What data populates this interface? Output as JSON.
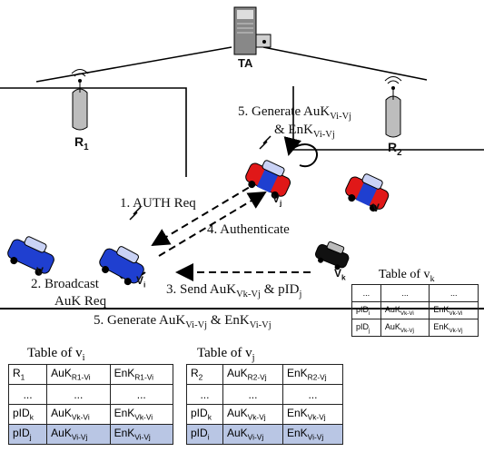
{
  "nodes": {
    "ta": "TA",
    "r1": {
      "base": "R",
      "sub": "1"
    },
    "r2": {
      "base": "R",
      "sub": "2"
    },
    "vi": {
      "base": "V",
      "sub": "i"
    },
    "vj": {
      "base": "V",
      "sub": "j"
    },
    "vk": {
      "base": "V",
      "sub": "k"
    },
    "v_left": "V",
    "v_right": "V"
  },
  "steps": {
    "s1": "1. AUTH Req",
    "s2_line1": "2. Broadcast",
    "s2_line2": "AuK Req",
    "s3": {
      "text": "3. Send AuK",
      "sub": "Vk-Vj",
      "tail": " & pID",
      "tail_sub": "j"
    },
    "s4": "4. Authenticate",
    "s5_top": {
      "line1": "5. Generate AuK",
      "sub1": "Vi-Vj",
      "line2": "& EnK",
      "sub2": "Vi-Vj"
    },
    "s5_bottom": {
      "text": "5. Generate AuK",
      "sub": "Vi-Vj",
      "mid": " & EnK",
      "sub2": "Vi-Vj"
    }
  },
  "tables": {
    "vk": {
      "caption": "Table of v",
      "caption_sub": "k",
      "rows": [
        [
          {
            "t": "...",
            "s": ""
          },
          {
            "t": "...",
            "s": ""
          },
          {
            "t": "...",
            "s": ""
          }
        ],
        [
          {
            "t": "pID",
            "s": "i"
          },
          {
            "t": "AuK",
            "s": "Vk-Vi"
          },
          {
            "t": "EnK",
            "s": "Vk-Vi"
          }
        ],
        [
          {
            "t": "pID",
            "s": "j"
          },
          {
            "t": "AuK",
            "s": "Vk-Vj"
          },
          {
            "t": "EnK",
            "s": "Vk-Vj"
          }
        ]
      ]
    },
    "vi": {
      "caption": "Table of v",
      "caption_sub": "i",
      "rows": [
        [
          {
            "t": "R",
            "s": "1"
          },
          {
            "t": "AuK",
            "s": "R1-Vi"
          },
          {
            "t": "EnK",
            "s": "R1-Vi"
          }
        ],
        [
          {
            "t": "...",
            "s": ""
          },
          {
            "t": "...",
            "s": ""
          },
          {
            "t": "...",
            "s": ""
          }
        ],
        [
          {
            "t": "pID",
            "s": "k"
          },
          {
            "t": "AuK",
            "s": "Vk-Vi"
          },
          {
            "t": "EnK",
            "s": "Vk-Vi"
          }
        ],
        [
          {
            "t": "pID",
            "s": "j"
          },
          {
            "t": "AuK",
            "s": "Vi-Vj"
          },
          {
            "t": "EnK",
            "s": "Vi-Vj"
          }
        ]
      ],
      "highlight_row": 3
    },
    "vj": {
      "caption": "Table of v",
      "caption_sub": "j",
      "rows": [
        [
          {
            "t": "R",
            "s": "2"
          },
          {
            "t": "AuK",
            "s": "R2-Vj"
          },
          {
            "t": "EnK",
            "s": "R2-Vj"
          }
        ],
        [
          {
            "t": "...",
            "s": ""
          },
          {
            "t": "...",
            "s": ""
          },
          {
            "t": "...",
            "s": ""
          }
        ],
        [
          {
            "t": "pID",
            "s": "k"
          },
          {
            "t": "AuK",
            "s": "Vk-Vj"
          },
          {
            "t": "EnK",
            "s": "Vk-Vj"
          }
        ],
        [
          {
            "t": "pID",
            "s": "i"
          },
          {
            "t": "AuK",
            "s": "Vi-Vj"
          },
          {
            "t": "EnK",
            "s": "Vi-Vj"
          }
        ]
      ],
      "highlight_row": 3
    }
  },
  "colors": {
    "blue_car": "#1f3fd0",
    "red_car": "#e01818",
    "black_car": "#111111",
    "highlight": "#b9c6e4"
  }
}
